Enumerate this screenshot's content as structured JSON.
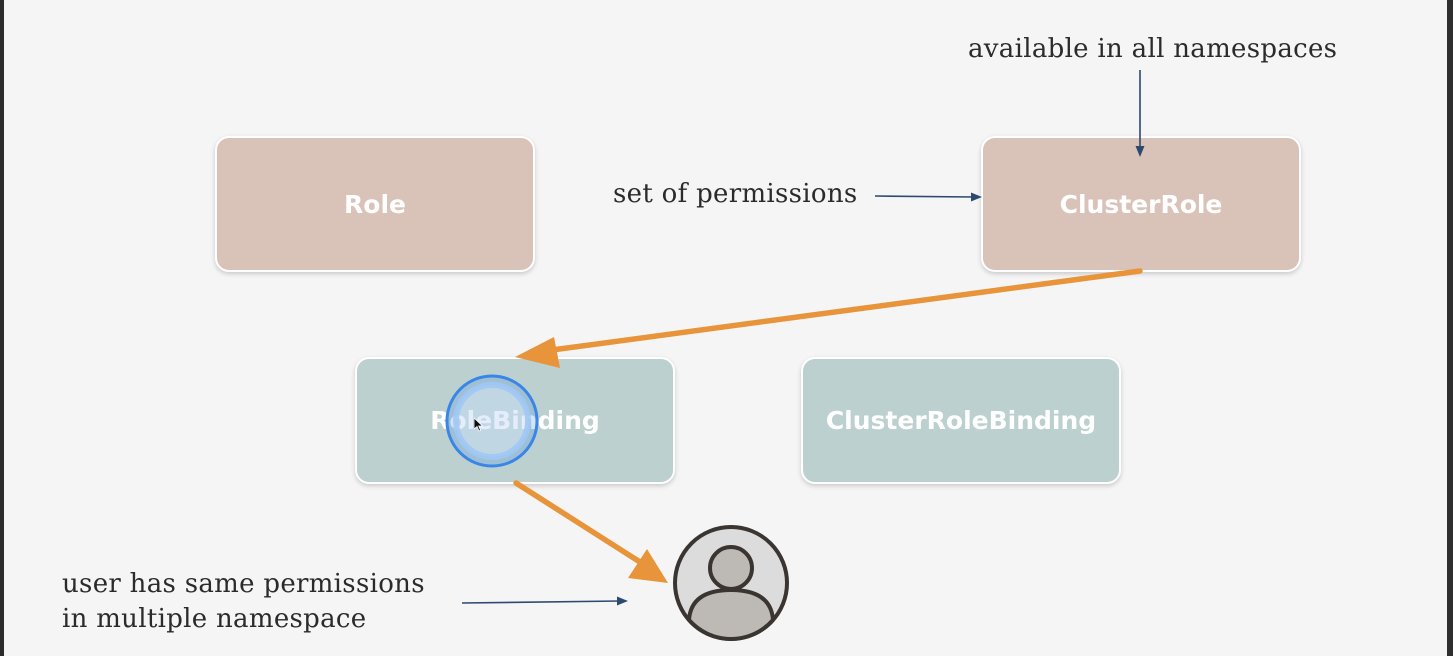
{
  "diagram": {
    "nodes": {
      "role": "Role",
      "cluster_role": "ClusterRole",
      "role_binding": "RoleBinding",
      "cluster_role_binding": "ClusterRoleBinding"
    },
    "annotations": {
      "available": "available in all namespaces",
      "set_of_permissions": "set of permissions",
      "user_permissions": "user has same permissions\nin multiple namespace"
    },
    "icons": {
      "user": "user-avatar-icon",
      "click_indicator": "click-ripple-icon",
      "cursor": "mouse-pointer-icon"
    },
    "colors": {
      "role_box": "#d9c3b8",
      "binding_box": "#bcd1cf",
      "orange_arrow": "#e8943a",
      "annotation_arrow": "#2c4a70",
      "click_ring": "#3a86e8"
    }
  }
}
